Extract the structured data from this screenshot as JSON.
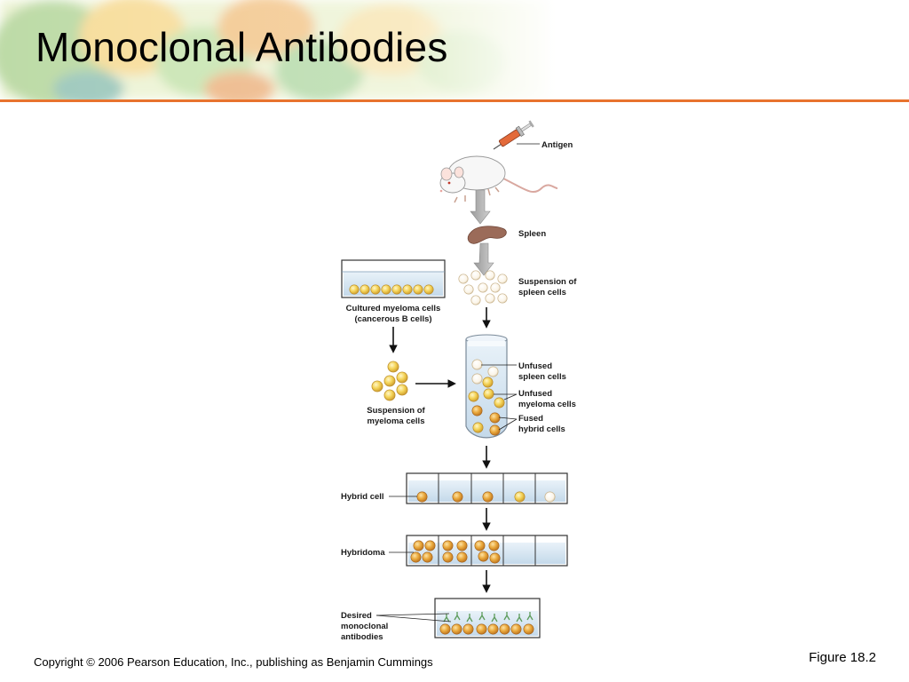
{
  "slide": {
    "title": "Monoclonal Antibodies",
    "copyright": "Copyright © 2006 Pearson Education, Inc., publishing as Benjamin Cummings",
    "figure_ref": "Figure 18.2",
    "accent_color": "#e8732e"
  },
  "diagram": {
    "labels": {
      "antigen": "Antigen",
      "spleen": "Spleen",
      "spleen_susp_1": "Suspension of",
      "spleen_susp_2": "spleen cells",
      "cultured_1": "Cultured myeloma cells",
      "cultured_2": "(cancerous B cells)",
      "myeloma_susp_1": "Suspension of",
      "myeloma_susp_2": "myeloma cells",
      "unfused_spleen_1": "Unfused",
      "unfused_spleen_2": "spleen cells",
      "unfused_myeloma_1": "Unfused",
      "unfused_myeloma_2": "myeloma cells",
      "fused_1": "Fused",
      "fused_2": "hybrid cells",
      "hybrid_cell": "Hybrid cell",
      "hybridoma": "Hybridoma",
      "desired_1": "Desired",
      "desired_2": "monoclonal",
      "desired_3": "antibodies"
    },
    "colors": {
      "myeloma_cell": "#f2cf4a",
      "hybrid_cell": "#e9a83a",
      "spleen_cell": "#fbf4e6",
      "spleen": "#9b6b59",
      "dish_fill": "#cfe0ee",
      "antibody": "#5a9a58",
      "syringe": "#e36a3a"
    }
  }
}
